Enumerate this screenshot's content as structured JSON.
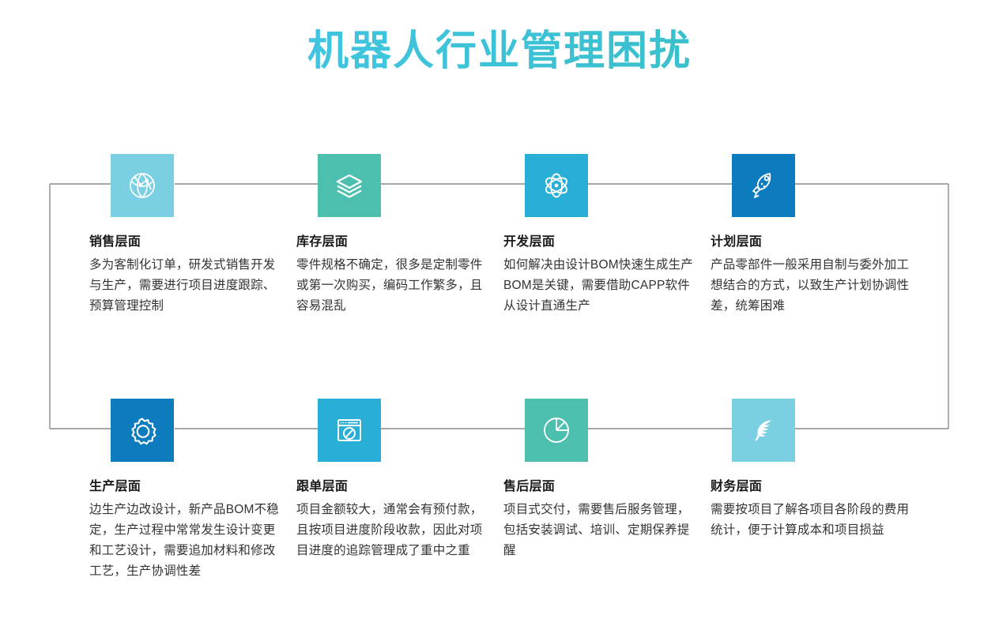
{
  "page": {
    "title": "机器人行业管理困扰",
    "background": "#ffffff",
    "title_gradient_from": "#4FC3E8",
    "title_gradient_to": "#35BDBE",
    "connector_color": "#8a8a8a"
  },
  "cards": [
    {
      "id": "sales",
      "icon": "globe-network-icon",
      "tile_color": "#7BCFE3",
      "heading": "销售层面",
      "body": "多为客制化订单，研发式销售开发与生产，需要进行项目进度跟踪、预算管理控制"
    },
    {
      "id": "inventory",
      "icon": "layers-stack-icon",
      "tile_color": "#4DBFAE",
      "heading": "库存层面",
      "body": "零件规格不确定，很多是定制零件或第一次购买，编码工作繁多，且容易混乱"
    },
    {
      "id": "development",
      "icon": "atom-icon",
      "tile_color": "#29AFD6",
      "heading": "开发层面",
      "body": "如何解决由设计BOM快速生成生产BOM是关键，需要借助CAPP软件从设计直通生产"
    },
    {
      "id": "planning",
      "icon": "rocket-icon",
      "tile_color": "#0C7CBE",
      "heading": "计划层面",
      "body": "产品零部件一般采用自制与委外加工想结合的方式，以致生产计划协调性差，统筹困难"
    },
    {
      "id": "production",
      "icon": "gear-icon",
      "tile_color": "#0C7CBE",
      "heading": "生产层面",
      "body": "边生产边改设计，新产品BOM不稳定，生产过程中常常发生设计变更和工艺设计，需要追加材料和修改工艺，生产协调性差"
    },
    {
      "id": "order-tracking",
      "icon": "browser-compass-icon",
      "tile_color": "#29AFD6",
      "heading": "跟单层面",
      "body": "项目金额较大，通常会有预付款，且按项目进度阶段收款，因此对项目进度的追踪管理成了重中之重"
    },
    {
      "id": "after-sales",
      "icon": "pie-chart-icon",
      "tile_color": "#4DBFAE",
      "heading": "售后层面",
      "body": "项目式交付，需要售后服务管理，包括安装调试、培训、定期保养提醒"
    },
    {
      "id": "finance",
      "icon": "feather-icon",
      "tile_color": "#7BCFE3",
      "heading": "财务层面",
      "body": "需要按项目了解各项目各阶段的费用统计，便于计算成本和项目损益"
    }
  ]
}
